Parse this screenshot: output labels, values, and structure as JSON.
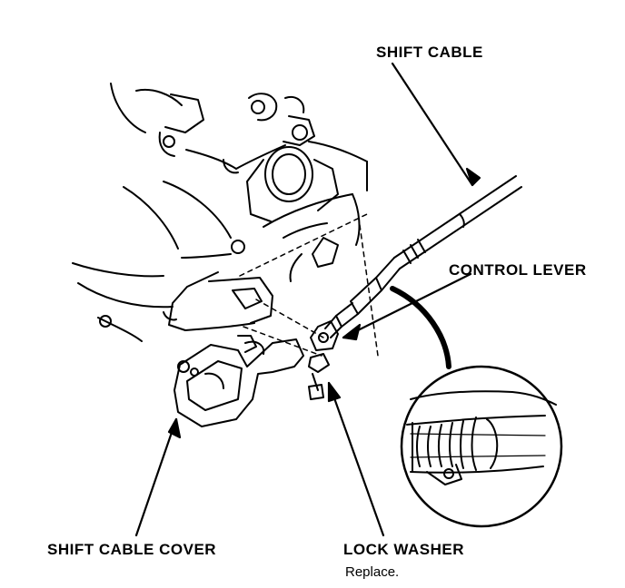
{
  "labels": {
    "shift_cable": "SHIFT CABLE",
    "control_lever": "CONTROL LEVER",
    "shift_cable_cover": "SHIFT CABLE COVER",
    "lock_washer": "LOCK WASHER",
    "lock_washer_note": "Replace."
  },
  "colors": {
    "ink": "#000000",
    "paper": "#ffffff"
  }
}
